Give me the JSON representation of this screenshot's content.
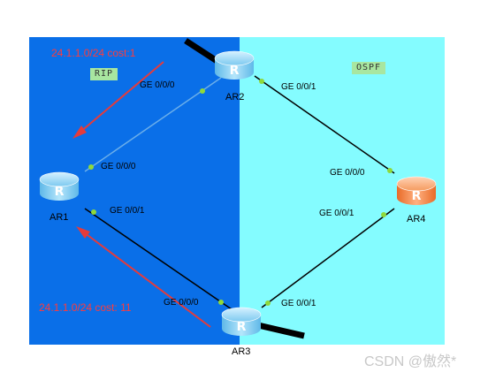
{
  "colors": {
    "rip_area": "#0a6fe8",
    "ospf_area": "#84fcff",
    "router_blue": "#8fd3f5",
    "router_orange": "#f7935a",
    "link": "#000000",
    "rip_link": "#6aaeea",
    "port_dot": "#8fd93a",
    "route_arrow": "#e53b3b"
  },
  "areas": {
    "rip_label": "RIP",
    "ospf_label": "OSPF"
  },
  "devices": {
    "ar1": {
      "name": "AR1",
      "icon": "router-icon",
      "color": "blue"
    },
    "ar2": {
      "name": "AR2",
      "icon": "router-icon",
      "color": "blue"
    },
    "ar3": {
      "name": "AR3",
      "icon": "router-icon",
      "color": "blue"
    },
    "ar4": {
      "name": "AR4",
      "icon": "router-icon",
      "color": "orange"
    }
  },
  "ports": {
    "ar2_ge000": "GE 0/0/0",
    "ar2_ge001": "GE 0/0/1",
    "ar1_ge000": "GE 0/0/0",
    "ar1_ge001": "GE 0/0/1",
    "ar4_ge000": "GE 0/0/0",
    "ar4_ge001": "GE 0/0/1",
    "ar3_ge000": "GE 0/0/0",
    "ar3_ge001": "GE 0/0/1"
  },
  "routes": {
    "top": "24.1.1.0/24 cost:1",
    "bottom": "24.1.1.0/24 cost: 11"
  },
  "watermark": "CSDN @傲然*"
}
